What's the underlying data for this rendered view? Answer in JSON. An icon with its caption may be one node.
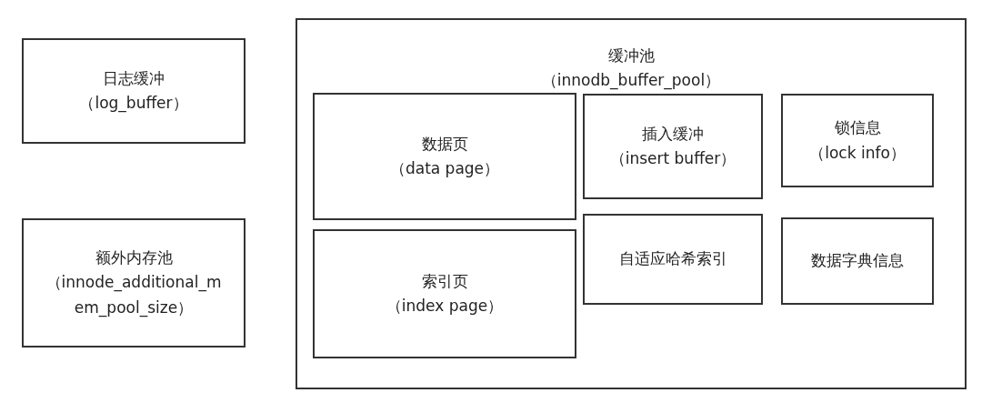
{
  "diagram": {
    "nodes": [
      {
        "text": [
          "日志缓冲",
          "（log_buffer）"
        ]
      },
      {
        "text": [
          "额外内存池",
          "（innode_additional_mem_pool_size）"
        ]
      },
      {
        "text": [
          "缓冲池（innodb_buffer_pool）"
        ]
      },
      {
        "text": [
          "数据页",
          "（data page）"
        ],
        "in": 2
      },
      {
        "text": [
          "插入缓冲",
          "（insert buffer）"
        ],
        "in": 2
      },
      {
        "text": [
          "锁信息",
          "（lock info）"
        ],
        "in": 2
      },
      {
        "text": [
          "索引页",
          "（index page）"
        ],
        "in": 2
      },
      {
        "text": [
          "自适应哈希索引"
        ],
        "in": 2
      },
      {
        "text": [
          "数据字典信息"
        ],
        "in": 2
      }
    ]
  }
}
